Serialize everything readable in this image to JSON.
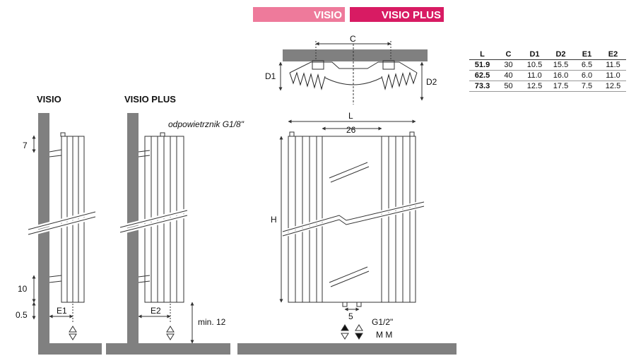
{
  "header": {
    "badge_visio": "VISIO",
    "badge_visio_plus": "VISIO PLUS",
    "color_light": "#ee7a9b",
    "color_dark": "#d81b63"
  },
  "side_views": {
    "visio_title": "VISIO",
    "visio_plus_title": "VISIO PLUS",
    "vent_label": "odpowietrznik G1/8\"",
    "dim_7": "7",
    "dim_10": "10",
    "dim_05": "0.5",
    "dim_e1": "E1",
    "dim_e2": "E2",
    "dim_min12": "min. 12"
  },
  "front_view": {
    "dim_l": "L",
    "dim_26": "26",
    "dim_h": "H",
    "dim_5": "5",
    "connection": "G1/2\"",
    "connection_sub": "M M"
  },
  "top_view": {
    "dim_c": "C",
    "dim_d1": "D1",
    "dim_d2": "D2"
  },
  "table": {
    "headers": [
      "L",
      "C",
      "D1",
      "D2",
      "E1",
      "E2"
    ],
    "rows": [
      [
        "51.9",
        "30",
        "10.5",
        "15.5",
        "6.5",
        "11.5"
      ],
      [
        "62.5",
        "40",
        "11.0",
        "16.0",
        "6.0",
        "11.0"
      ],
      [
        "73.3",
        "50",
        "12.5",
        "17.5",
        "7.5",
        "12.5"
      ]
    ]
  }
}
